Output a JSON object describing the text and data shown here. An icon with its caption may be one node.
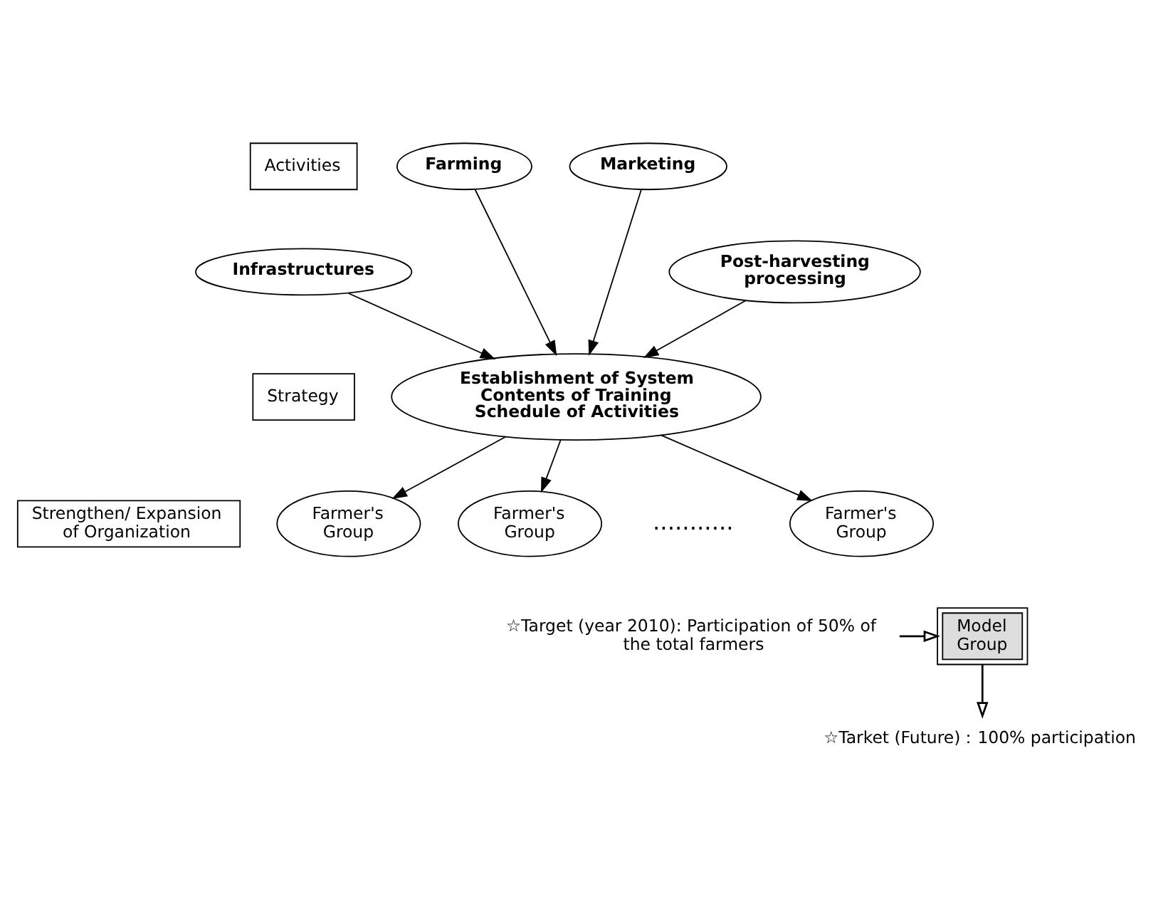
{
  "diagram": {
    "nodes": [
      {
        "text": [
          "Activities"
        ]
      },
      {
        "text": [
          "Strategy"
        ]
      },
      {
        "text": [
          "Strengthen/ Expansion of Organization"
        ]
      },
      {
        "text": [
          "Farming"
        ]
      },
      {
        "text": [
          "Marketing"
        ]
      },
      {
        "text": [
          "Infrastructures"
        ]
      },
      {
        "text": [
          "Post-harvesting processing"
        ]
      },
      {
        "text": [
          "Establishment of System",
          "Contents of Training",
          "Schedule of Activities"
        ]
      },
      {
        "text": [
          "Farmer's Group"
        ]
      },
      {
        "text": [
          "Farmer's Group"
        ]
      },
      {
        "text": [
          "Farmer's Group"
        ]
      },
      {
        "text": [
          "☆Target (year 2010): Participation of 50% of the total farmers"
        ]
      },
      {
        "text": [
          "Model Group"
        ]
      },
      {
        "text": [
          "☆Tarket (Future)：100% participation"
        ]
      }
    ],
    "edges": [
      {
        "from": 5,
        "to": 7,
        "arrow": "to"
      },
      {
        "from": 3,
        "to": 7,
        "arrow": "to"
      },
      {
        "from": 6,
        "to": 7,
        "arrow": "to"
      },
      {
        "from": 4,
        "to": 7,
        "arrow": "to"
      },
      {
        "from": 7,
        "to": 8,
        "arrow": "to"
      },
      {
        "from": 7,
        "to": 9,
        "arrow": "to"
      },
      {
        "from": 7,
        "to": 10,
        "arrow": "to"
      },
      {
        "from": 11,
        "to": 12,
        "arrow": "to"
      },
      {
        "from": 12,
        "to": 13,
        "arrow": "to"
      }
    ],
    "labels": [
      "..........."
    ]
  }
}
